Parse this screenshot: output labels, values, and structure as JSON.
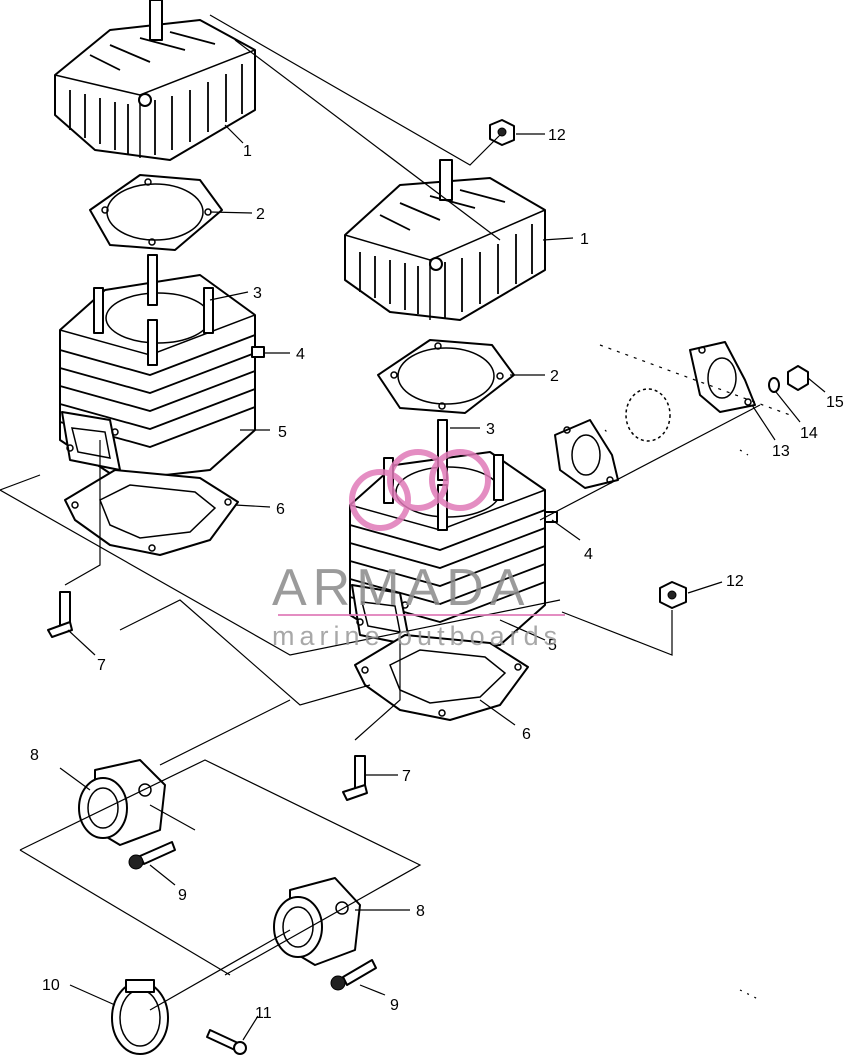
{
  "callouts": {
    "c1a": "1",
    "c1b": "1",
    "c2a": "2",
    "c2b": "2",
    "c3a": "3",
    "c3b": "3",
    "c4a": "4",
    "c4b": "4",
    "c5a": "5",
    "c5b": "5",
    "c6a": "6",
    "c6b": "6",
    "c7a": "7",
    "c7b": "7",
    "c8a": "8",
    "c8b": "8",
    "c9a": "9",
    "c9b": "9",
    "c10": "10",
    "c11": "11",
    "c12a": "12",
    "c12b": "12",
    "c13": "13",
    "c14": "14",
    "c15": "15"
  },
  "watermark": {
    "title": "ARMADA",
    "subtitle": "marine outboards"
  },
  "colors": {
    "line": "#000000",
    "background": "#ffffff",
    "watermark_pink": "#e07ab8",
    "watermark_text": "#8a8a8a"
  }
}
